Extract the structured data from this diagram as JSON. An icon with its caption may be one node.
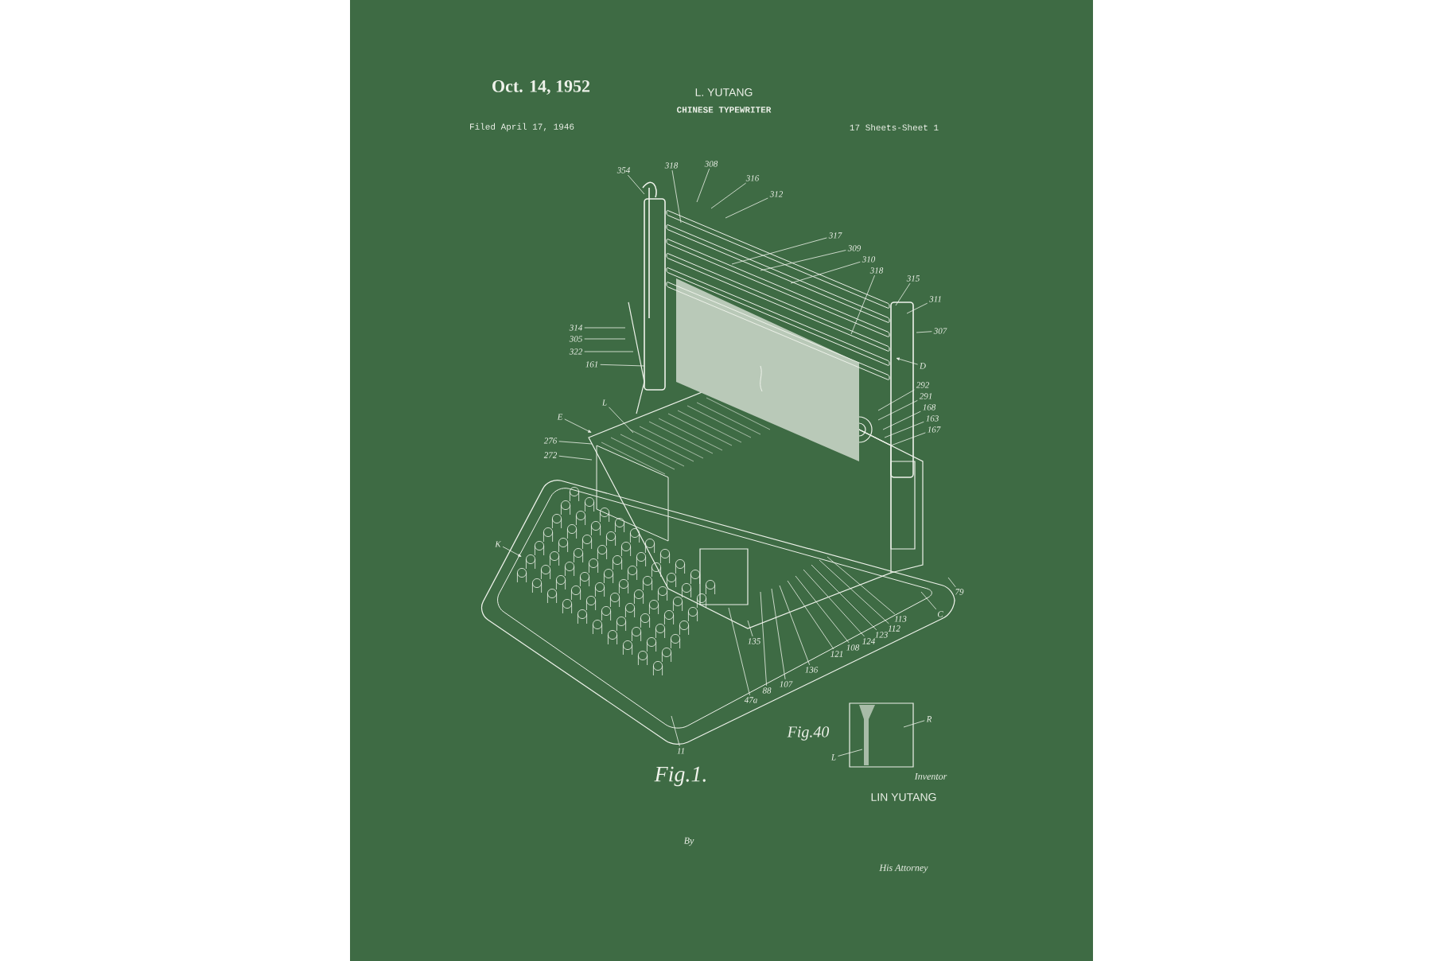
{
  "diagram": {
    "title": "CHINESE TYPEWRITER",
    "nodes": [
      {
        "text": [
          "354"
        ]
      },
      {
        "text": [
          "318"
        ]
      },
      {
        "text": [
          "308"
        ]
      },
      {
        "text": [
          "316"
        ]
      },
      {
        "text": [
          "312"
        ]
      },
      {
        "text": [
          "317"
        ]
      },
      {
        "text": [
          "309"
        ]
      },
      {
        "text": [
          "310"
        ]
      },
      {
        "text": [
          "318"
        ]
      },
      {
        "text": [
          "315"
        ]
      },
      {
        "text": [
          "311"
        ]
      },
      {
        "text": [
          "307"
        ]
      },
      {
        "text": [
          "D"
        ]
      },
      {
        "text": [
          "314"
        ]
      },
      {
        "text": [
          "305"
        ]
      },
      {
        "text": [
          "322"
        ]
      },
      {
        "text": [
          "161"
        ]
      },
      {
        "text": [
          "292"
        ]
      },
      {
        "text": [
          "291"
        ]
      },
      {
        "text": [
          "168"
        ]
      },
      {
        "text": [
          "163"
        ]
      },
      {
        "text": [
          "167"
        ]
      },
      {
        "text": [
          "E"
        ]
      },
      {
        "text": [
          "L"
        ]
      },
      {
        "text": [
          "276"
        ]
      },
      {
        "text": [
          "272"
        ]
      },
      {
        "text": [
          "K"
        ]
      },
      {
        "text": [
          "79"
        ]
      },
      {
        "text": [
          "C"
        ]
      },
      {
        "text": [
          "113"
        ]
      },
      {
        "text": [
          "112"
        ]
      },
      {
        "text": [
          "123"
        ]
      },
      {
        "text": [
          "124"
        ]
      },
      {
        "text": [
          "108"
        ]
      },
      {
        "text": [
          "121"
        ]
      },
      {
        "text": [
          "136"
        ]
      },
      {
        "text": [
          "107"
        ]
      },
      {
        "text": [
          "88"
        ]
      },
      {
        "text": [
          "47a"
        ]
      },
      {
        "text": [
          "135"
        ]
      },
      {
        "text": [
          "11"
        ]
      },
      {
        "text": [
          "R"
        ]
      },
      {
        "text": [
          "L"
        ]
      }
    ],
    "edges": [
      {
        "from": 0,
        "to": null,
        "arrow": "none"
      },
      {
        "from": 1,
        "to": null,
        "arrow": "none"
      },
      {
        "from": 2,
        "to": null,
        "arrow": "none"
      },
      {
        "from": 3,
        "to": null,
        "arrow": "none"
      },
      {
        "from": 4,
        "to": null,
        "arrow": "none"
      },
      {
        "from": 5,
        "to": null,
        "arrow": "none"
      },
      {
        "from": 6,
        "to": null,
        "arrow": "none"
      },
      {
        "from": 7,
        "to": null,
        "arrow": "none"
      },
      {
        "from": 8,
        "to": null,
        "arrow": "none"
      },
      {
        "from": 9,
        "to": null,
        "arrow": "none"
      },
      {
        "from": 10,
        "to": null,
        "arrow": "none"
      },
      {
        "from": 11,
        "to": null,
        "arrow": "none"
      },
      {
        "from": 12,
        "to": null,
        "arrow": "to"
      },
      {
        "from": 13,
        "to": null,
        "arrow": "none"
      },
      {
        "from": 14,
        "to": null,
        "arrow": "none"
      },
      {
        "from": 15,
        "to": null,
        "arrow": "none"
      },
      {
        "from": 16,
        "to": null,
        "arrow": "none"
      },
      {
        "from": 17,
        "to": null,
        "arrow": "none"
      },
      {
        "from": 18,
        "to": null,
        "arrow": "none"
      },
      {
        "from": 19,
        "to": null,
        "arrow": "none"
      },
      {
        "from": 20,
        "to": null,
        "arrow": "none"
      },
      {
        "from": 21,
        "to": null,
        "arrow": "none"
      },
      {
        "from": 22,
        "to": null,
        "arrow": "to"
      },
      {
        "from": 23,
        "to": null,
        "arrow": "none"
      },
      {
        "from": 24,
        "to": null,
        "arrow": "none"
      },
      {
        "from": 25,
        "to": null,
        "arrow": "none"
      },
      {
        "from": 26,
        "to": null,
        "arrow": "to"
      },
      {
        "from": 27,
        "to": null,
        "arrow": "none"
      },
      {
        "from": 28,
        "to": null,
        "arrow": "none"
      },
      {
        "from": 29,
        "to": null,
        "arrow": "none"
      },
      {
        "from": 30,
        "to": null,
        "arrow": "none"
      },
      {
        "from": 31,
        "to": null,
        "arrow": "none"
      },
      {
        "from": 32,
        "to": null,
        "arrow": "none"
      },
      {
        "from": 33,
        "to": null,
        "arrow": "none"
      },
      {
        "from": 34,
        "to": null,
        "arrow": "none"
      },
      {
        "from": 35,
        "to": null,
        "arrow": "none"
      },
      {
        "from": 36,
        "to": null,
        "arrow": "none"
      },
      {
        "from": 37,
        "to": null,
        "arrow": "none"
      },
      {
        "from": 38,
        "to": null,
        "arrow": "none"
      },
      {
        "from": 39,
        "to": null,
        "arrow": "none"
      },
      {
        "from": 40,
        "to": null,
        "arrow": "none"
      },
      {
        "from": 41,
        "to": null,
        "arrow": "none"
      },
      {
        "from": 42,
        "to": null,
        "arrow": "none"
      }
    ],
    "labels": [
      "Oct. 14, 1952",
      "L. YUTANG",
      "Filed April 17, 1946",
      "17 Sheets-Sheet 1",
      "Fig.1.",
      "Fig.40",
      "Inventor",
      "LIN YUTANG",
      "By",
      "His Attorney"
    ]
  }
}
